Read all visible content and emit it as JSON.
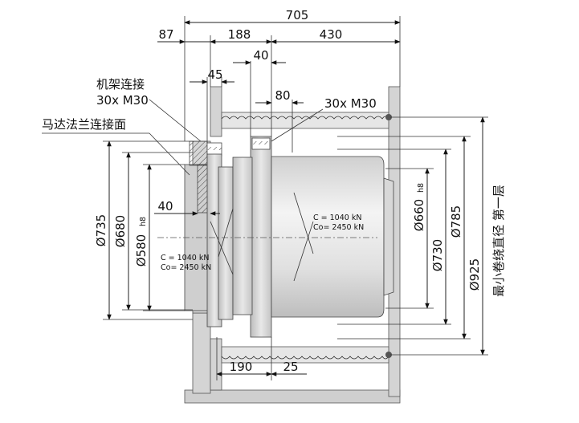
{
  "dimensions": {
    "overall_length": "705",
    "left_offset": "87",
    "span_188": "188",
    "span_430": "430",
    "width_40_top": "40",
    "width_45": "45",
    "width_80": "80",
    "width_40_left": "40",
    "bottom_190": "190",
    "bottom_25": "25"
  },
  "diameters": {
    "d735": "Ø735",
    "d680": "Ø680",
    "d580": "Ø580",
    "d580_fit": "h8",
    "d660": "Ø660",
    "d660_fit": "h8",
    "d730": "Ø730",
    "d785": "Ø785",
    "d925": "Ø925"
  },
  "labels": {
    "frame_connection": "机架连接",
    "frame_bolts": "30x M30",
    "motor_flange": "马达法兰连接面",
    "drum_bolts": "30x M30",
    "min_drum_diameter": "最小卷绕直径 第一层"
  },
  "bearings": {
    "left": {
      "c": "C  = 1040 kN",
      "co": "Co= 2450 kN"
    },
    "right": {
      "c": "C  = 1040 kN",
      "co": "Co= 2450 kN"
    }
  }
}
